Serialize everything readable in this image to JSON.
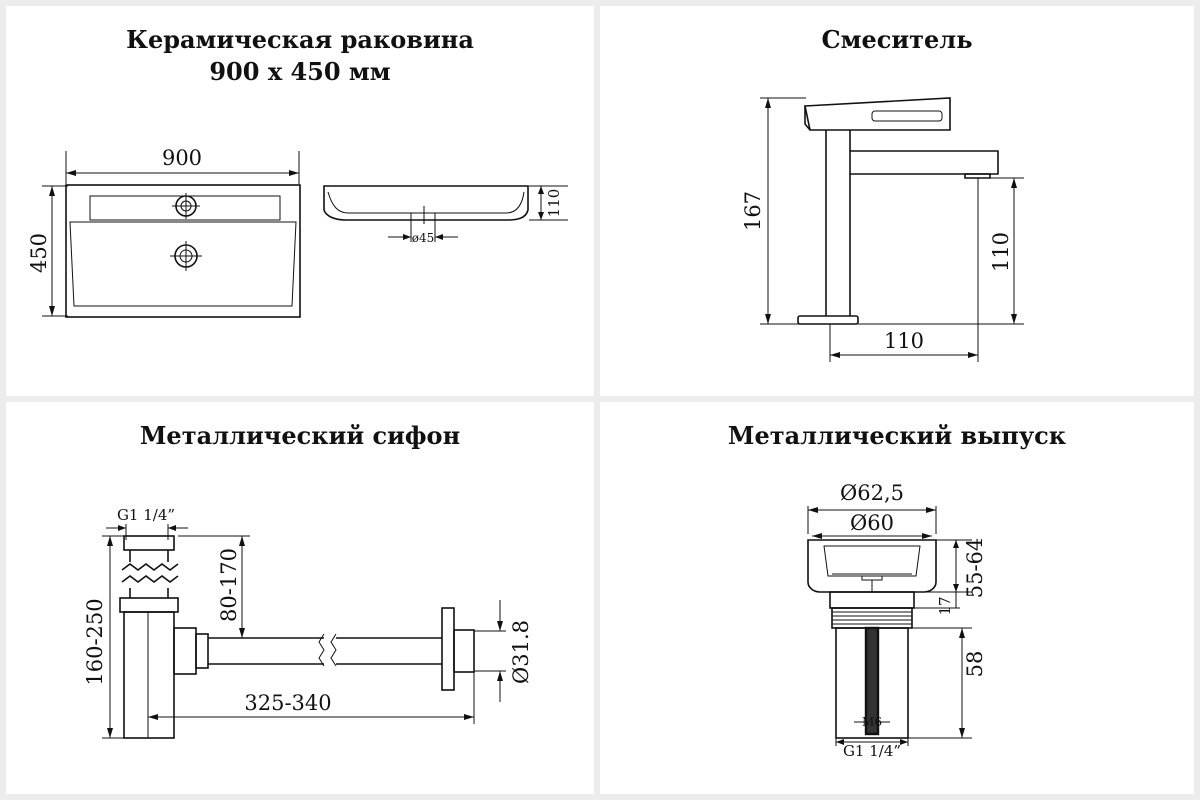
{
  "panels": {
    "sink": {
      "title_line1": "Керамическая раковина",
      "title_line2": "900 x 450 мм",
      "dim_width": "900",
      "dim_depth": "450",
      "dim_height": "110",
      "dim_drain": "ø45"
    },
    "mixer": {
      "title": "Смеситель",
      "dim_total_height": "167",
      "dim_spout_height": "110",
      "dim_spout_reach": "110"
    },
    "siphon": {
      "title": "Металлический сифон",
      "dim_thread": "G1 1/4”",
      "dim_height": "160-250",
      "dim_outlet_height": "80-170",
      "dim_length": "325-340",
      "dim_pipe_diameter": "Ø31.8"
    },
    "drain": {
      "title": "Металлический выпуск",
      "dim_outer": "Ø62,5",
      "dim_inner": "Ø60",
      "dim_range": "55-64",
      "dim_17": "17",
      "dim_58": "58",
      "dim_bolt": "M6",
      "dim_thread": "G1 1/4”"
    }
  },
  "colors": {
    "background": "#ececec",
    "panel": "#ffffff",
    "ink": "#111111"
  }
}
